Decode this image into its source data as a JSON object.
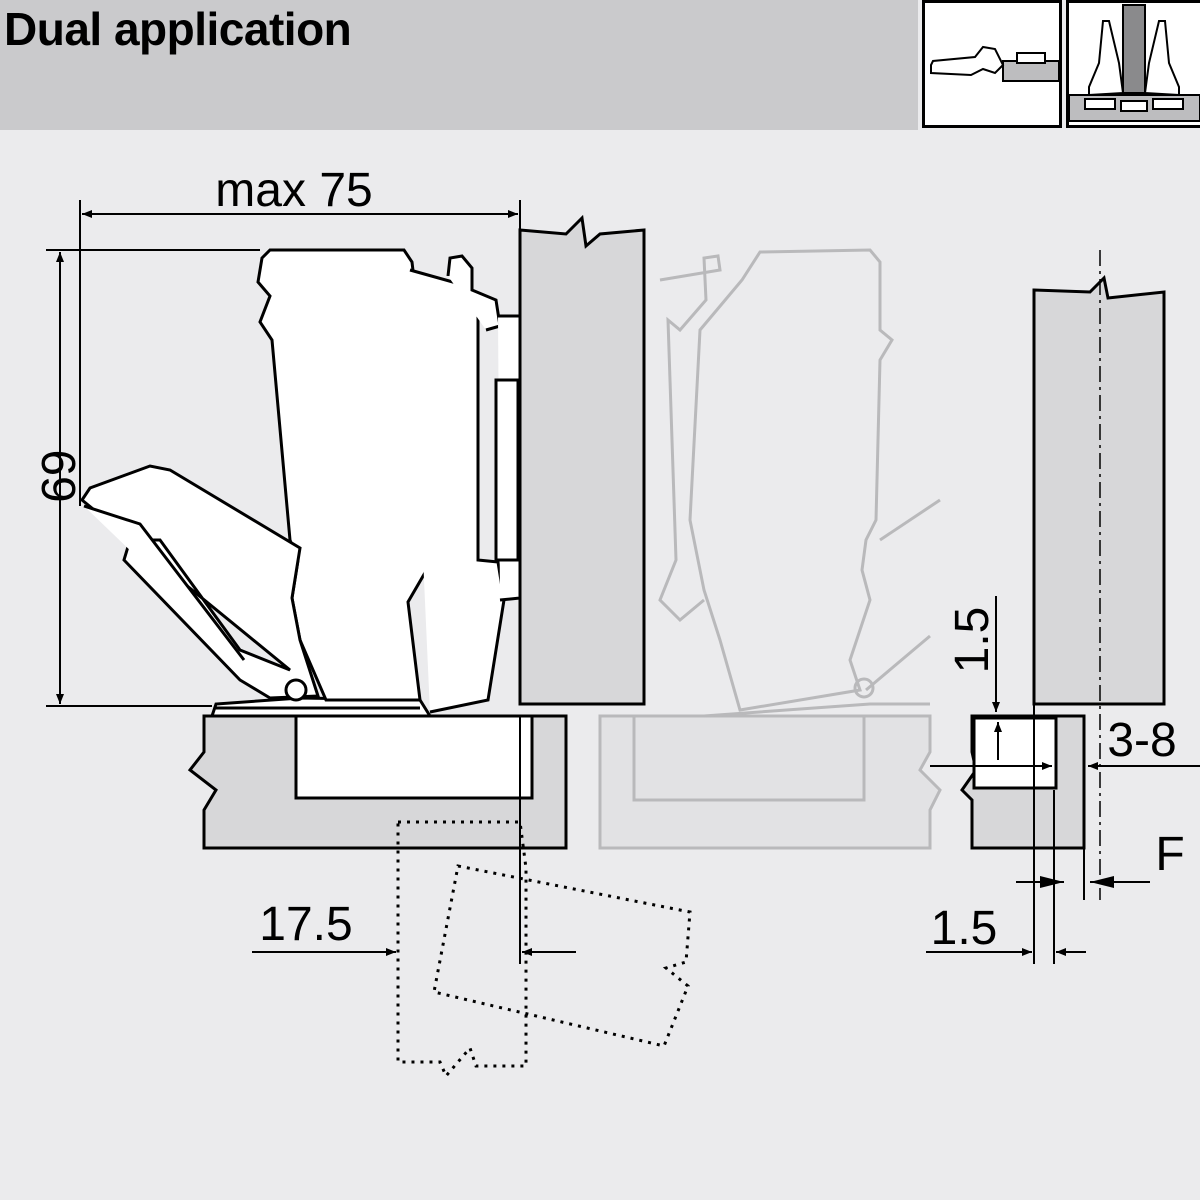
{
  "header": {
    "title": "Dual application"
  },
  "dimensions": {
    "max_width": "max 75",
    "height": "69",
    "offset": "17.5",
    "gap_top": "1.5",
    "overlay": "3-8",
    "reveal_label": "F",
    "gap_bottom": "1.5"
  },
  "colors": {
    "background": "#ebebed",
    "header": "#cacacc",
    "panel": "#d7d7d9",
    "line": "#000000",
    "ghost": "#b9b9bb"
  }
}
